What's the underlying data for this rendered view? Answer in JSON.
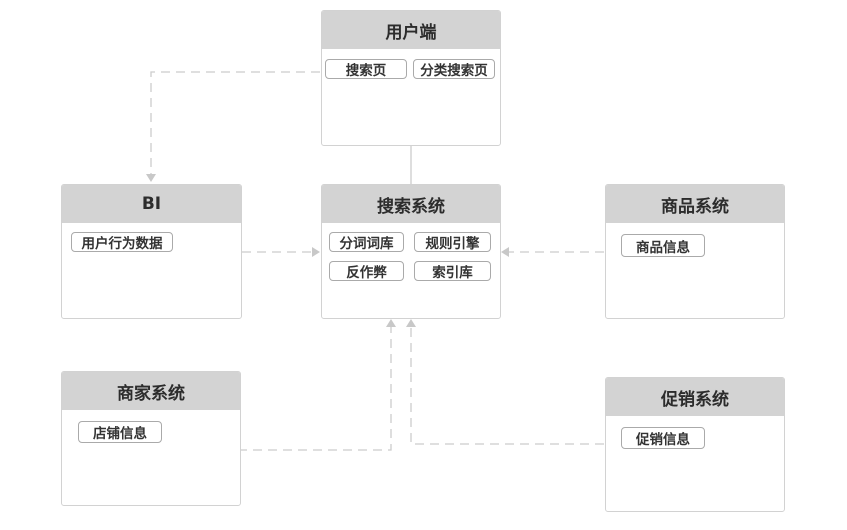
{
  "nodes": {
    "user_client": {
      "title": "用户端",
      "tags": [
        "搜索页",
        "分类搜索页"
      ]
    },
    "bi": {
      "title": "BI",
      "tags": [
        "用户行为数据"
      ]
    },
    "search_system": {
      "title": "搜索系统",
      "tags": [
        "分词词库",
        "规则引擎",
        "反作弊",
        "索引库"
      ]
    },
    "product_system": {
      "title": "商品系统",
      "tags": [
        "商品信息"
      ]
    },
    "merchant_system": {
      "title": "商家系统",
      "tags": [
        "店铺信息"
      ]
    },
    "promotion_system": {
      "title": "促销系统",
      "tags": [
        "促销信息"
      ]
    }
  },
  "colors": {
    "header": "#d3d3d3",
    "border": "#d2d2d2",
    "connector": "#cfcfcf"
  }
}
